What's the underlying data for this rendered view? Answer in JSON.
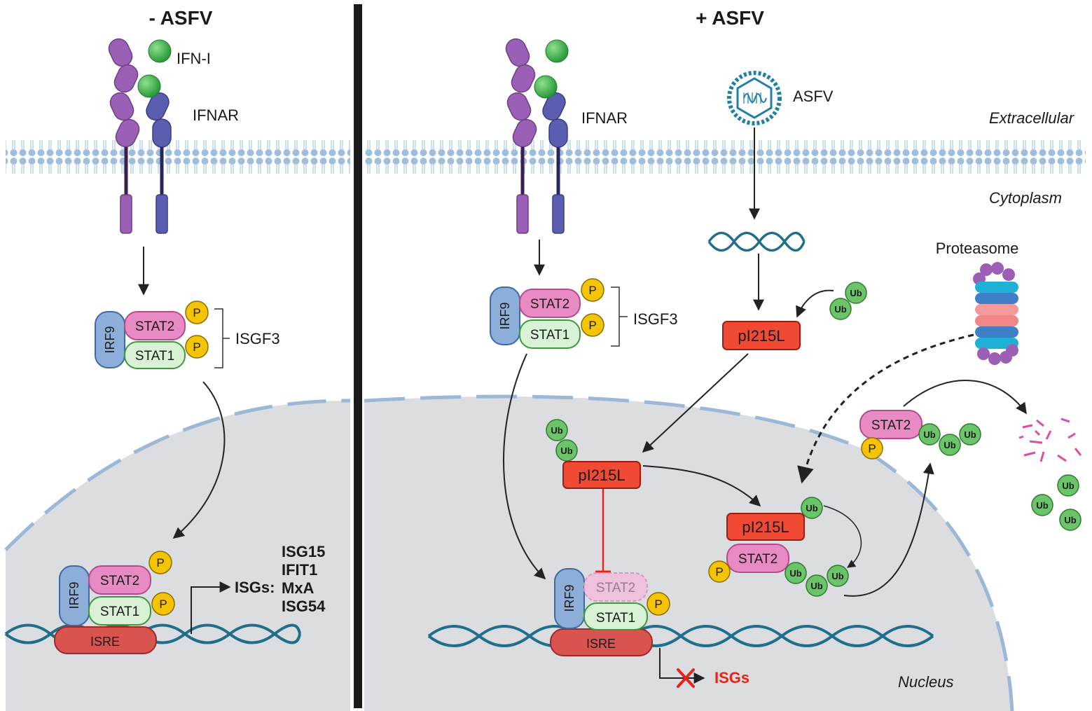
{
  "panels": {
    "left_title": "- ASFV",
    "right_title": "+ ASFV"
  },
  "labels": {
    "ifn_i": "IFN-I",
    "ifnar": "IFNAR",
    "isgf3": "ISGF3",
    "asfv": "ASFV",
    "extracellular": "Extracellular",
    "cytoplasm": "Cytoplasm",
    "nucleus": "Nucleus",
    "proteasome": "Proteasome"
  },
  "proteins": {
    "irf9": "IRF9",
    "stat1": "STAT1",
    "stat2": "STAT2",
    "p": "P",
    "ub": "Ub",
    "isre": "ISRE",
    "pi215l": "pI215L"
  },
  "isgs": {
    "prefix": "ISGs:",
    "list": [
      "ISG15",
      "IFIT1",
      "MxA",
      "ISG54"
    ],
    "blocked": "ISGs"
  },
  "colors": {
    "receptor_purple": "#9b5fb5",
    "receptor_blue": "#5a5db0",
    "ifn_green": "#3fb34f",
    "membrane_blue": "#8fb3d4",
    "nucleus_fill": "#dcdde0",
    "irf9_blue": "#8daed9",
    "stat2_pink": "#e88bc4",
    "stat1_green": "#d9f2d6",
    "phospho_yellow": "#f5c400",
    "ub_green": "#6cc46a",
    "pi215l_red": "#f04a35",
    "isre_red": "#d9534f",
    "dna_teal": "#1f6f8b",
    "inhibit_red": "#e8231b"
  }
}
